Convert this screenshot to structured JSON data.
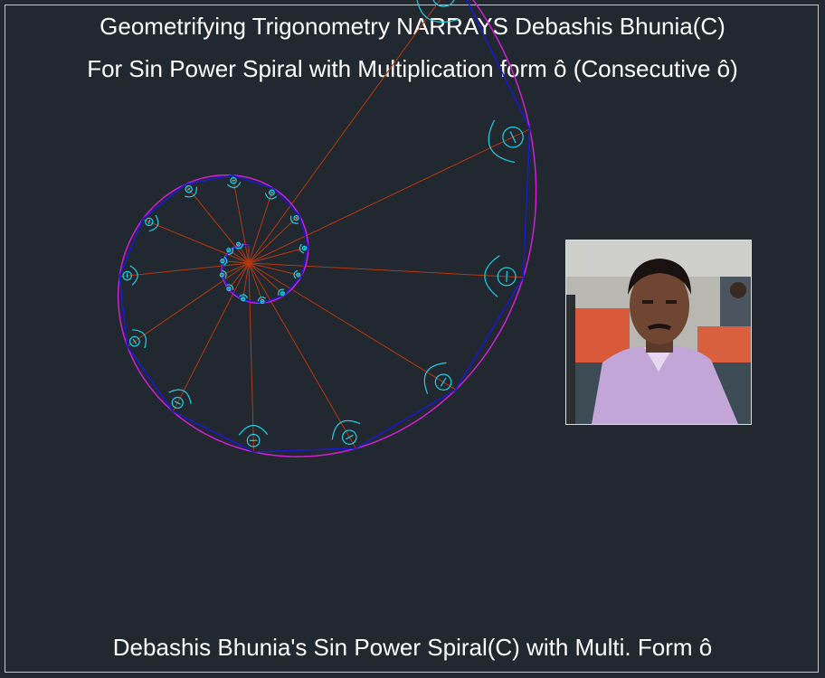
{
  "title": {
    "line1": "Geometrifying Trigonometry NARRAYS Debashis Bhunia(C)",
    "line2": "For Sin Power Spiral with Multiplication form ô (Consecutive ô)"
  },
  "caption": "Debashis Bhunia's Sin Power Spiral(C) with Multi. Form ô",
  "colors": {
    "background": "#212830",
    "frame": "#c8c8c8",
    "text": "#ffffff",
    "radial_lines": "#b5380f",
    "chord_polygon": "#1a1ad6",
    "spiral_curve": "#d21ed2",
    "angle_markers": "#1ed2e6"
  },
  "photo": {
    "description_icon": "person-photo"
  }
}
